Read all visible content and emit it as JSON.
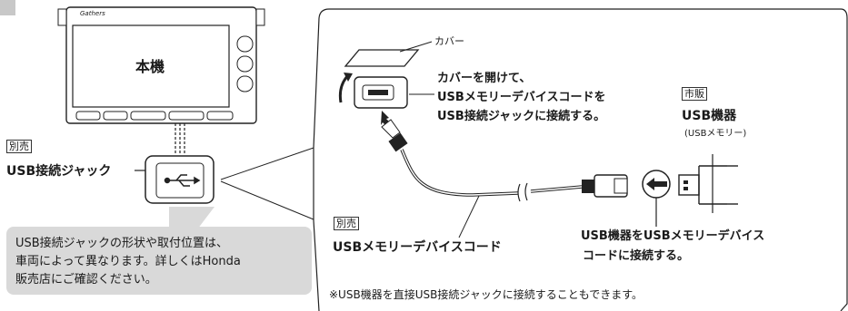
{
  "unit": {
    "brand": "Gathers",
    "label": "本機"
  },
  "tags": {
    "separate_jack": "別売",
    "separate_cord": "別売",
    "retail": "市販"
  },
  "labels": {
    "usb_jack": "USB接続ジャック",
    "cover": "カバー",
    "cover_instruction": [
      "カバーを開けて、",
      "USBメモリーデバイスコードを",
      "USB接続ジャックに接続する。"
    ],
    "usb_device": "USB機器",
    "usb_device_sub": "(USBメモリー)",
    "usb_cord": "USBメモリーデバイスコード",
    "connect_instruction": [
      "USB機器をUSBメモリーデバイス",
      "コードに接続する。"
    ],
    "note": "※USB機器を直接USB接続ジャックに接続することもできます。"
  },
  "callout": {
    "lines": [
      "USB接続ジャックの形状や取付位置は、",
      "車両によって異なります。詳しくはHonda",
      "販売店にご確認ください。"
    ]
  },
  "colors": {
    "callout_bg": "#d9d9d9",
    "corner_tab": "#c8c8c8",
    "line": "#222222"
  }
}
